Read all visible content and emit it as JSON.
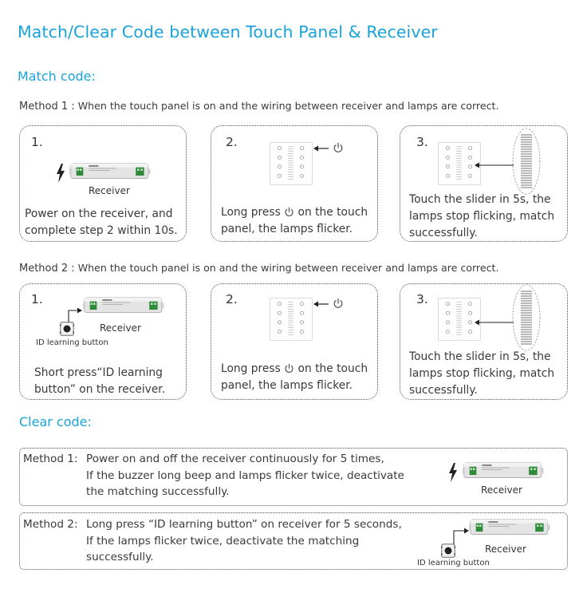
{
  "title": "Match/Clear Code between Touch Panel & Receiver",
  "match_heading": "Match code:",
  "clear_heading": "Clear code:",
  "method1": {
    "label": "Method 1 :",
    "description": "When the touch panel is on and the wiring between receiver and lamps are correct.",
    "steps": [
      {
        "number": "1.",
        "image_label": "Receiver",
        "lines": [
          "Power on the receiver, and",
          "complete step 2 within 10s."
        ]
      },
      {
        "number": "2.",
        "lines": [
          "Long press",
          "on the touch",
          "panel, the lamps flicker."
        ]
      },
      {
        "number": "3.",
        "lines": [
          "Touch the slider in 5s, the",
          "lamps stop flicking, match",
          "successfully."
        ]
      }
    ]
  },
  "method2": {
    "label": "Method 2 :",
    "description": "When the touch panel is on and the wiring between receiver and lamps are correct.",
    "steps": [
      {
        "number": "1.",
        "image_label": "Receiver",
        "button_label": "ID learning button",
        "lines": [
          "Short press“ID learning",
          "button” on the receiver."
        ]
      },
      {
        "number": "2.",
        "lines": [
          "Long press",
          "on the touch",
          "panel, the lamps flicker."
        ]
      },
      {
        "number": "3.",
        "lines": [
          "Touch the slider in 5s, the",
          "lamps stop flicking, match",
          "successfully."
        ]
      }
    ]
  },
  "clear": [
    {
      "label": "Method 1:",
      "lines": [
        "Power on and off the receiver continuously for 5 times,",
        "If the buzzer long beep and lamps flicker twice, deactivate",
        "the matching successfully."
      ],
      "image_label": "Receiver"
    },
    {
      "label": "Method 2:",
      "lines": [
        "Long press “ID learning button” on receiver for 5 seconds,",
        "If the lamps flicker twice, deactivate the matching",
        "successfully."
      ],
      "image_label": "Receiver",
      "button_label": "ID learning button"
    }
  ]
}
